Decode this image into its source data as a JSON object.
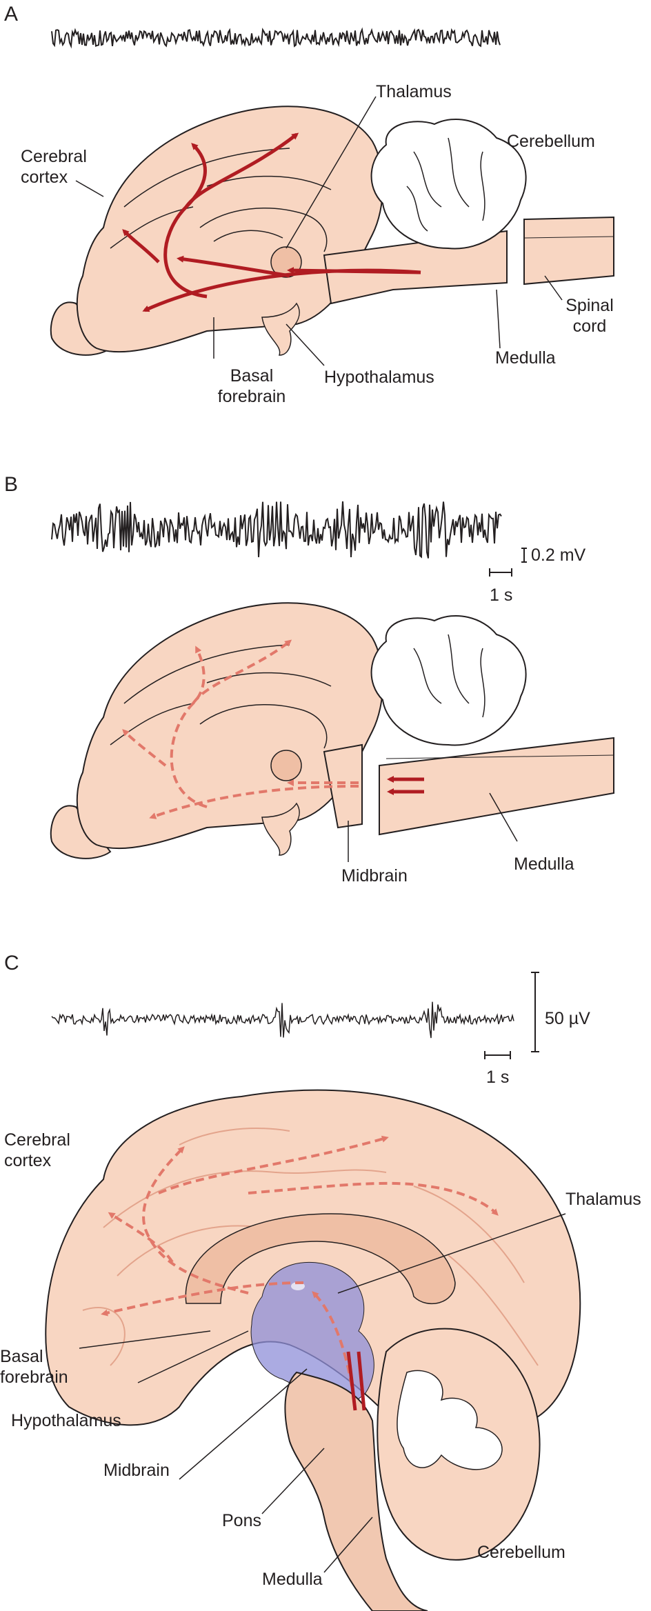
{
  "panels": {
    "a": {
      "letter": "A",
      "labels": {
        "thalamus": "Thalamus",
        "cerebellum": "Cerebellum",
        "cerebral_cortex": "Cerebral\ncortex",
        "spinal_cord": "Spinal\ncord",
        "medulla": "Medulla",
        "hypothalamus": "Hypothalamus",
        "basal_forebrain": "Basal\nforebrain"
      }
    },
    "b": {
      "letter": "B",
      "scale_voltage": "0.2 mV",
      "scale_time": "1 s",
      "labels": {
        "midbrain": "Midbrain",
        "medulla": "Medulla"
      }
    },
    "c": {
      "letter": "C",
      "scale_voltage": "50 µV",
      "scale_time": "1 s",
      "labels": {
        "cerebral_cortex": "Cerebral\ncortex",
        "thalamus": "Thalamus",
        "basal_forebrain": "Basal\nforebrain",
        "hypothalamus": "Hypothalamus",
        "midbrain": "Midbrain",
        "pons": "Pons",
        "medulla": "Medulla",
        "cerebellum": "Cerebellum"
      }
    }
  },
  "colors": {
    "tissue": "#f8d6c2",
    "tissue_dark": "#efbfa5",
    "outline": "#231f20",
    "arrow_solid": "#b01c22",
    "arrow_dashed": "#e2786a",
    "arousal_region": "#8f8fd8"
  }
}
